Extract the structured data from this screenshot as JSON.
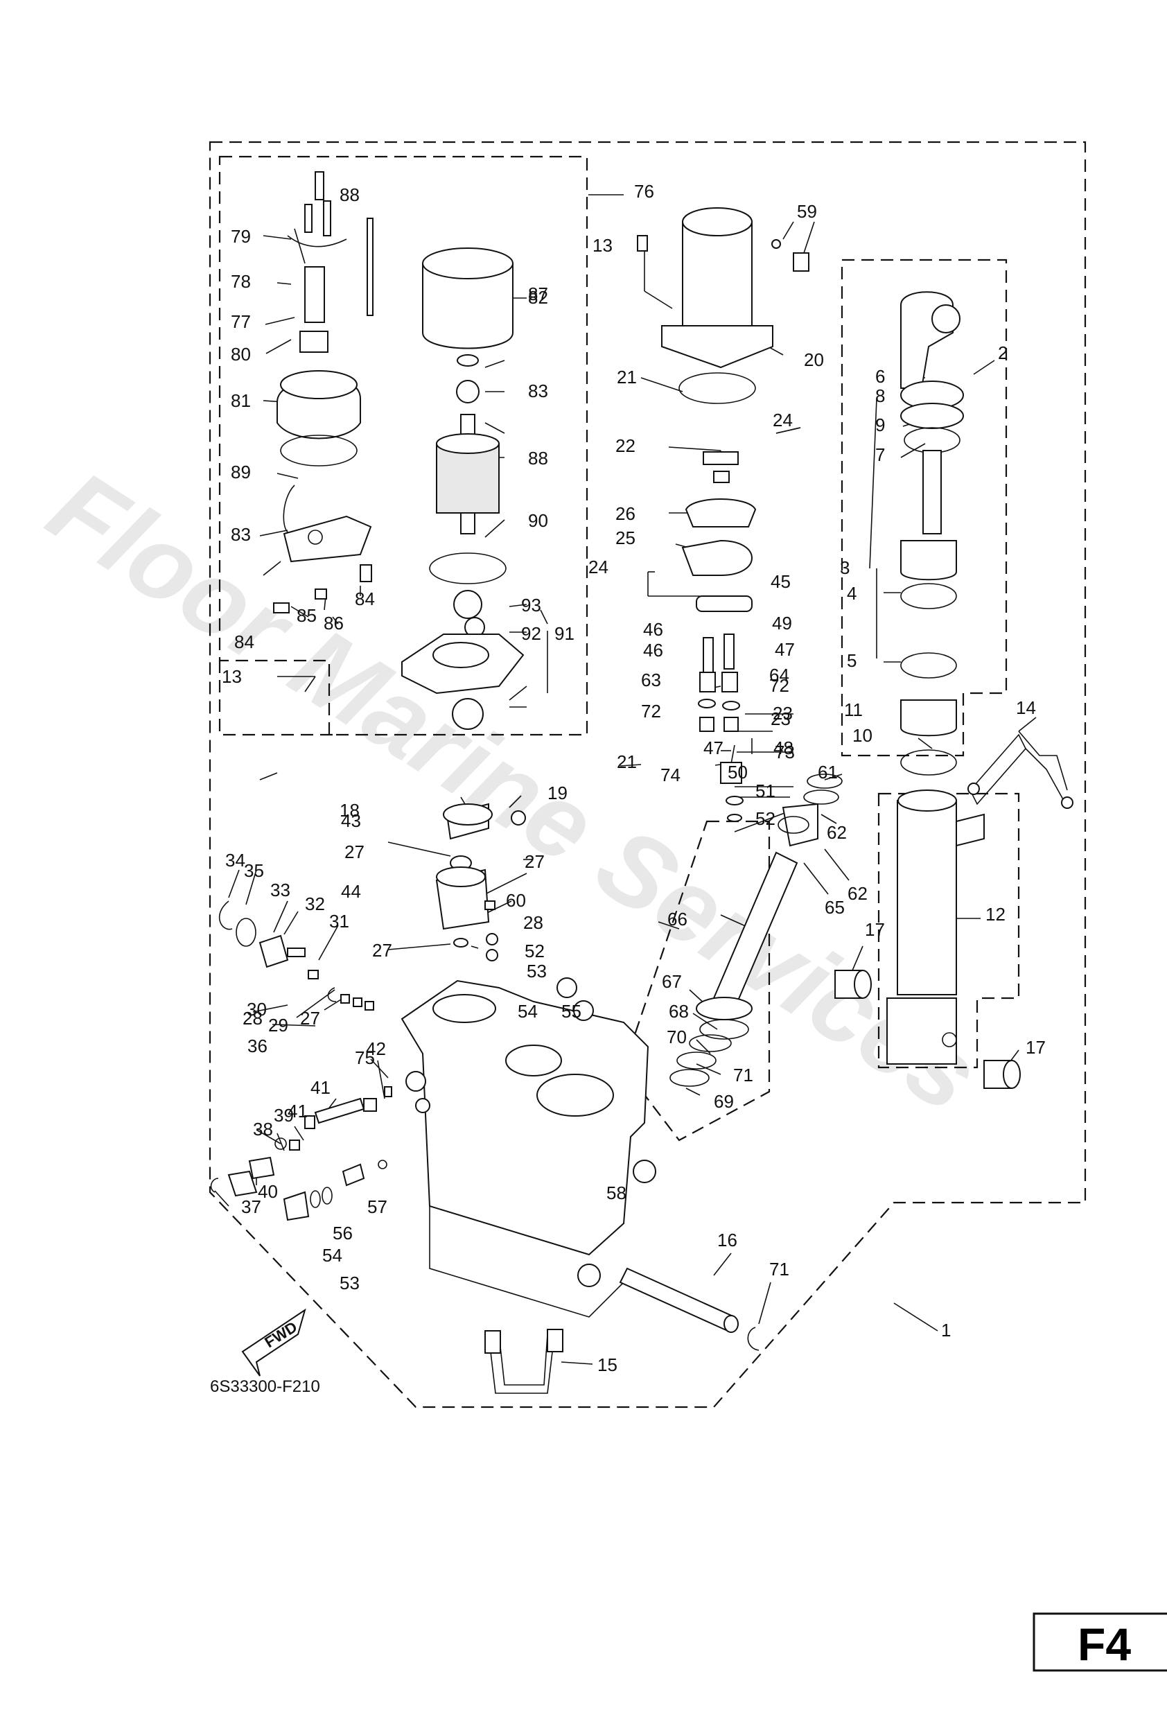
{
  "diagram_code": "6S33300-F210",
  "page_tag": "F4",
  "watermark": "Floor Marine Services",
  "direction_label": "FWD",
  "callouts": [
    "1",
    "2",
    "3",
    "4",
    "5",
    "6",
    "7",
    "8",
    "9",
    "10",
    "11",
    "12",
    "13",
    "13",
    "14",
    "15",
    "16",
    "17",
    "17",
    "18",
    "19",
    "20",
    "21",
    "21",
    "22",
    "23",
    "23",
    "24",
    "24",
    "25",
    "26",
    "27",
    "27",
    "27",
    "27",
    "28",
    "28",
    "29",
    "30",
    "31",
    "32",
    "33",
    "34",
    "35",
    "36",
    "37",
    "38",
    "39",
    "40",
    "41",
    "41",
    "42",
    "43",
    "44",
    "45",
    "46",
    "46",
    "47",
    "47",
    "48",
    "49",
    "50",
    "51",
    "52",
    "52",
    "53",
    "53",
    "54",
    "54",
    "55",
    "56",
    "57",
    "58",
    "59",
    "60",
    "61",
    "62",
    "62",
    "63",
    "64",
    "65",
    "66",
    "67",
    "68",
    "69",
    "70",
    "71",
    "71",
    "72",
    "72",
    "73",
    "74",
    "75",
    "76",
    "77",
    "78",
    "79",
    "80",
    "81",
    "82",
    "83",
    "83",
    "84",
    "84",
    "85",
    "86",
    "87",
    "88",
    "88",
    "89",
    "90",
    "91",
    "92",
    "93"
  ]
}
